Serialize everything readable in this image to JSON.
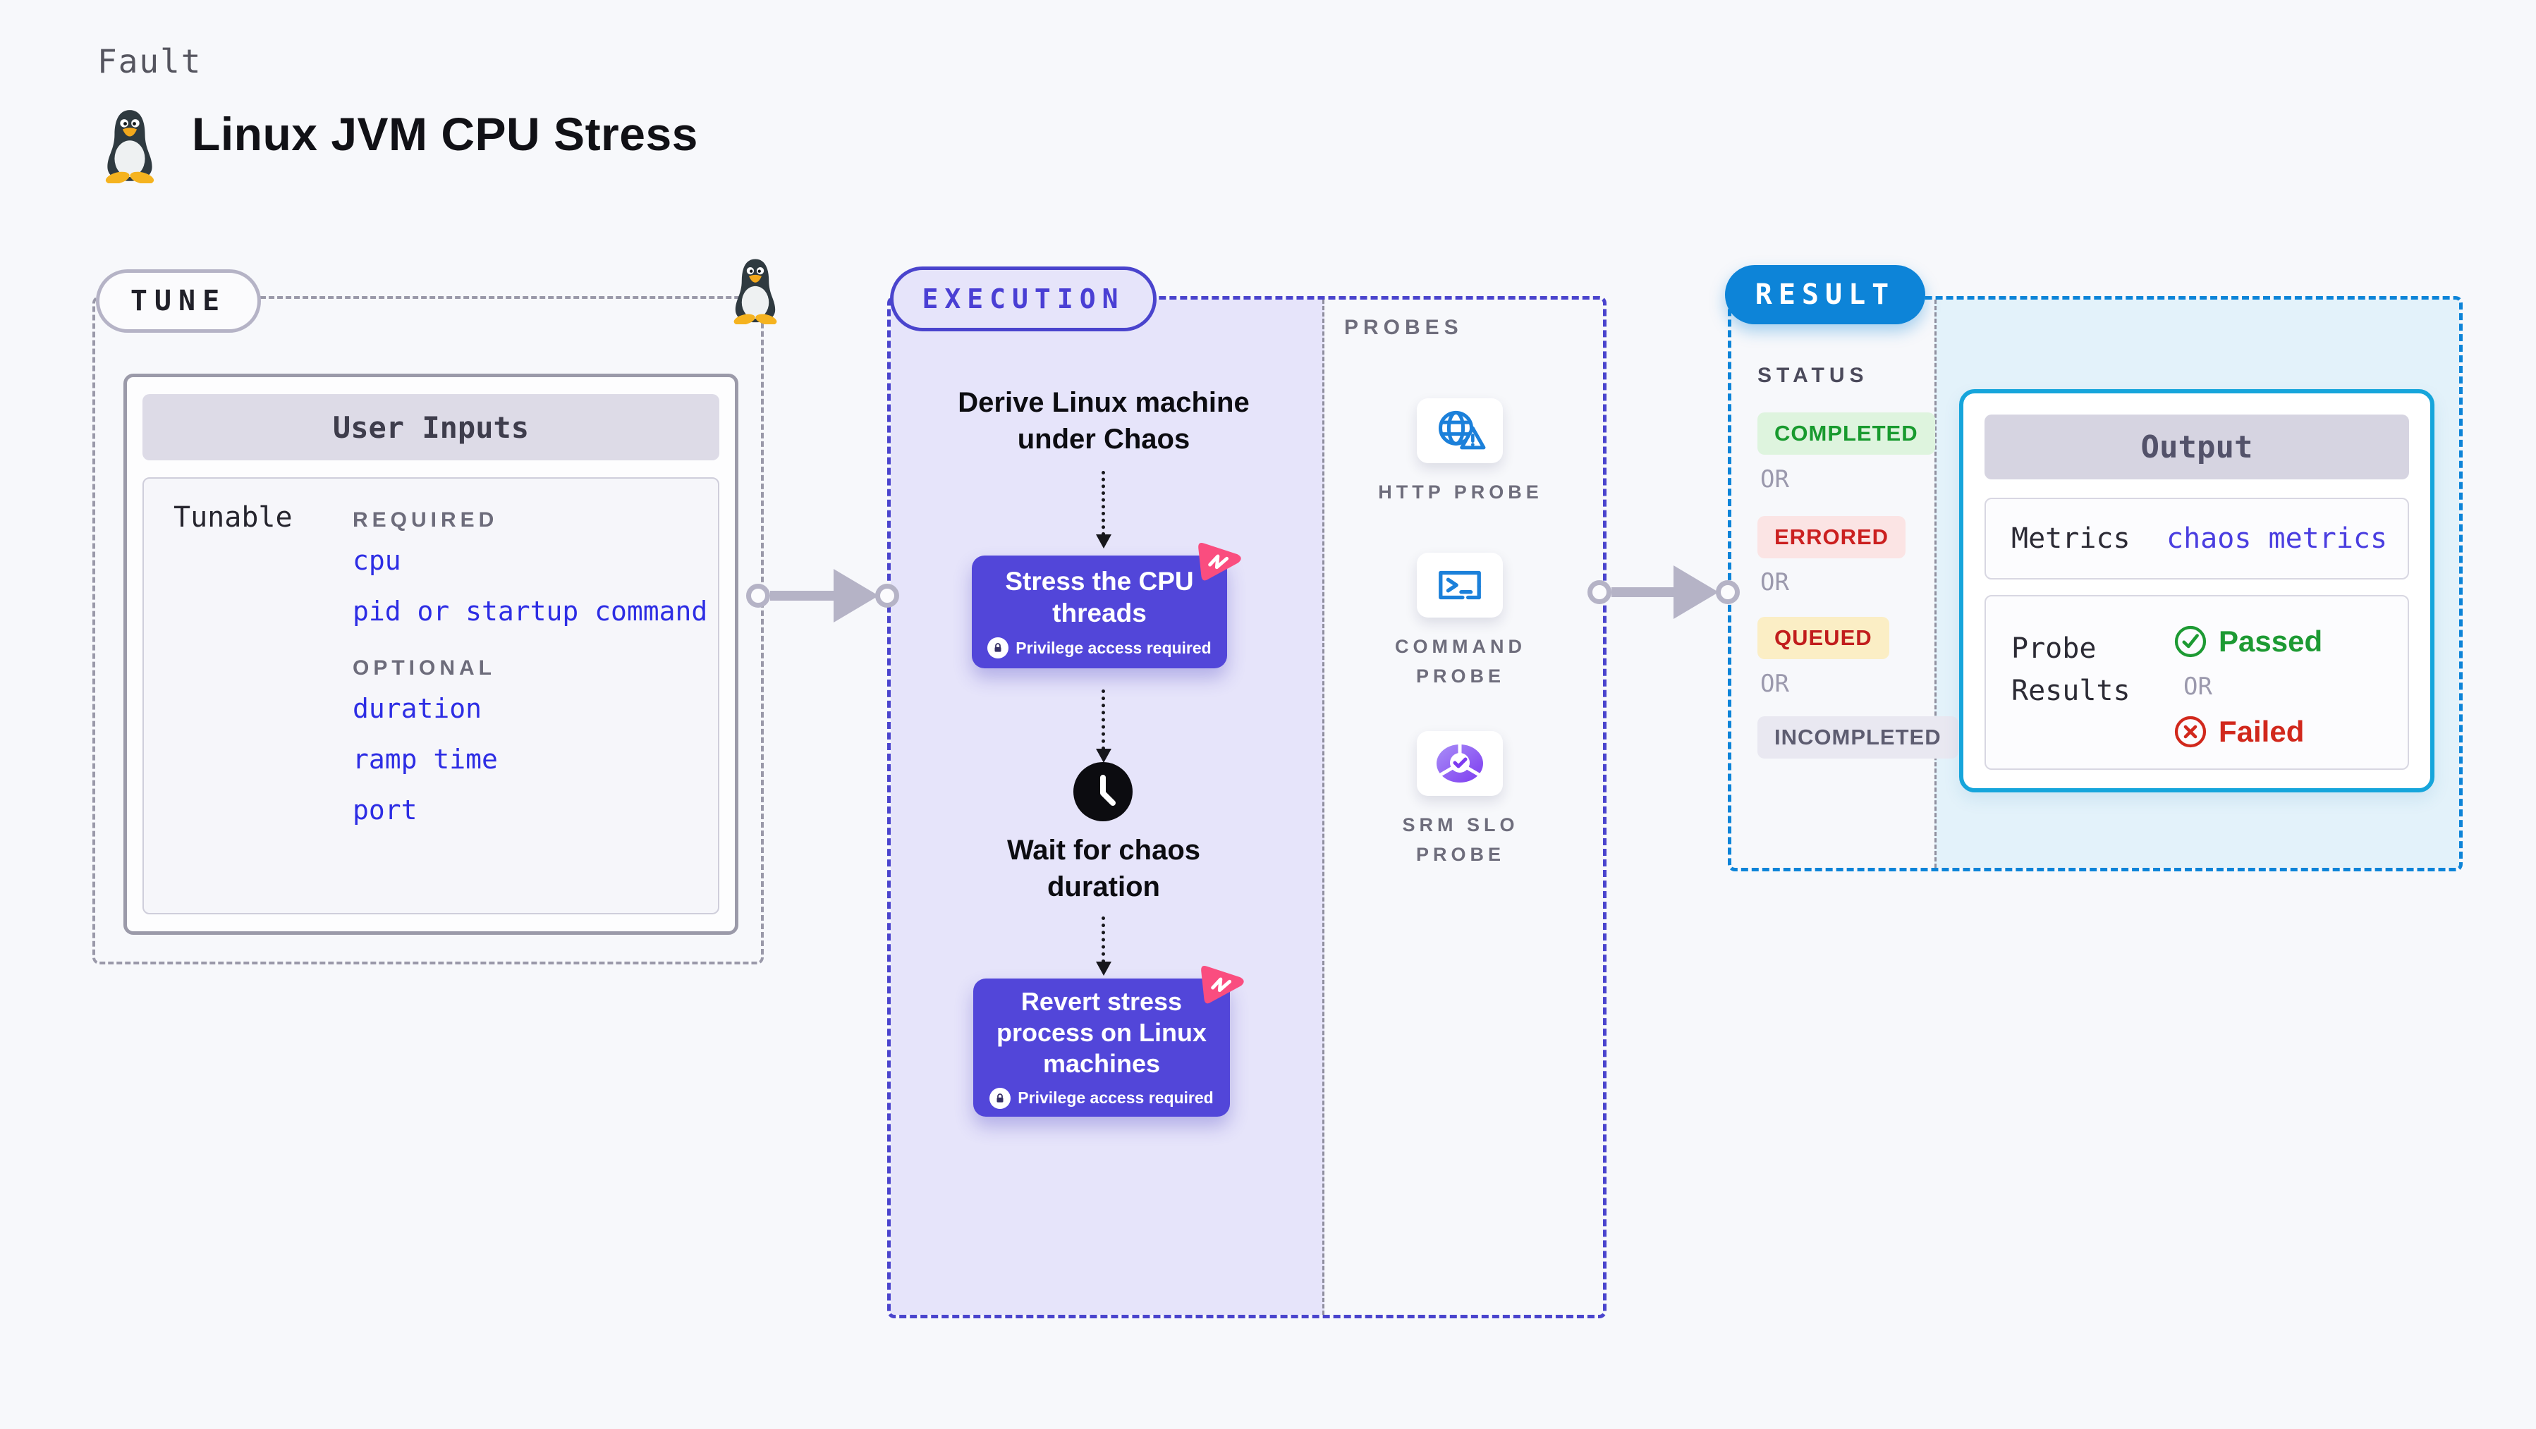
{
  "page": {
    "label": "Fault",
    "title": "Linux JVM CPU Stress"
  },
  "icons": {
    "title_icon": "linux-penguin-icon",
    "tune_corner_icon": "linux-penguin-icon",
    "wait_icon": "clock-icon",
    "privilege_icon": "lock-icon",
    "action_badge_icon": "chaos-pinwheel-icon",
    "probe_icons": [
      "globe-alert-icon",
      "terminal-icon",
      "slo-pie-icon"
    ],
    "passed_icon": "check-circle-icon",
    "failed_icon": "x-circle-icon"
  },
  "tune": {
    "label": "TUNE",
    "user_inputs": {
      "title": "User Inputs",
      "row_label": "Tunable",
      "groups": [
        {
          "heading": "REQUIRED",
          "items": [
            "cpu",
            "pid or startup command"
          ]
        },
        {
          "heading": "OPTIONAL",
          "items": [
            "duration",
            "ramp time",
            "port"
          ]
        }
      ]
    }
  },
  "execution": {
    "label": "EXECUTION",
    "derive_text": "Derive Linux machine under Chaos",
    "stress_title": "Stress the CPU threads",
    "privilege_note": "Privilege access required",
    "wait_text": "Wait for chaos duration",
    "revert_title": "Revert stress process on Linux machines"
  },
  "probes": {
    "label": "PROBES",
    "items": [
      {
        "name": "HTTP PROBE",
        "icon": "globe-alert-icon"
      },
      {
        "name": "COMMAND PROBE",
        "icon": "terminal-icon"
      },
      {
        "name": "SRM SLO PROBE",
        "icon": "slo-pie-icon"
      }
    ]
  },
  "result": {
    "label": "RESULT",
    "status_label": "STATUS",
    "or_label": "OR",
    "statuses": [
      {
        "label": "COMPLETED",
        "text_color": "#189a2e",
        "bg": "#def4de"
      },
      {
        "label": "ERRORED",
        "text_color": "#cb2020",
        "bg": "#fbe4e4"
      },
      {
        "label": "QUEUED",
        "text_color": "#c11d1d",
        "bg": "#fbeec5"
      },
      {
        "label": "INCOMPLETED",
        "text_color": "#5d5c70",
        "bg": "#e9e8f1"
      }
    ],
    "output": {
      "title": "Output",
      "metrics_label": "Metrics",
      "metrics_value": "chaos metrics",
      "probe_results_label": "Probe Results",
      "passed_label": "Passed",
      "failed_label": "Failed"
    }
  },
  "colors": {
    "page_bg": "#f7f8fb",
    "indigo": "#4a44cd",
    "indigo_text": "#4a3fd4",
    "lavender": "#e6e4fa",
    "purple_box": "#5246d9",
    "pink": "#fa4d7f",
    "arrow_gray": "#b5b3c6",
    "dash_gray": "#9a99a9",
    "link_blue": "#2d2de4",
    "metrics_blue": "#4a3ee0",
    "result_blue": "#0d84d8",
    "output_border": "#16a5db",
    "result_bg": "#e3f2fa",
    "green": "#1d9a33",
    "red": "#d1281c",
    "probe_blue": "#1b80da",
    "slo_purple": "#7d3bf0"
  }
}
